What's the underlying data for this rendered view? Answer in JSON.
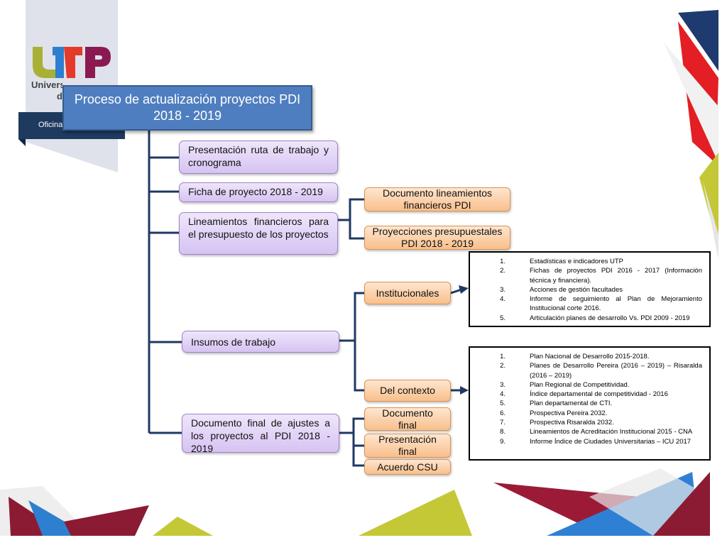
{
  "logo": {
    "acronym": "UTP",
    "text_line1": "Universidad Tecnológica",
    "text_line2": "de Pereira",
    "banner_text": "Oficina"
  },
  "diagram": {
    "title": "Proceso de actualización proyectos PDI 2018 - 2019",
    "steps": [
      {
        "label": "Presentación ruta de trabajo y cronograma"
      },
      {
        "label": "Ficha de proyecto 2018 - 2019"
      },
      {
        "label": "Lineamientos financieros para el presupuesto de los proyectos",
        "children": [
          {
            "label": "Documento lineamientos financieros PDI"
          },
          {
            "label": "Proyecciones presupuestales PDI 2018 - 2019"
          }
        ]
      },
      {
        "label": "Insumos de trabajo",
        "children": [
          {
            "label": "Institucionales"
          },
          {
            "label": "Del contexto"
          }
        ]
      },
      {
        "label": "Documento final de ajustes a los proyectos al PDI 2018 - 2019",
        "children": [
          {
            "label": "Documento final"
          },
          {
            "label": "Presentación final"
          },
          {
            "label": "Acuerdo CSU"
          }
        ]
      }
    ],
    "institucionales_list": [
      {
        "num": "1.",
        "text": "Estadísticas e indicadores UTP"
      },
      {
        "num": "2.",
        "text": "Fichas de proyectos PDI 2016 - 2017 (Información técnica y financiera)."
      },
      {
        "num": "3.",
        "text": "Acciones de gestión facultades"
      },
      {
        "num": "4.",
        "text": "Informe de seguimiento al Plan de Mejoramiento Institucional corte 2016."
      },
      {
        "num": "5.",
        "text": "Articulación planes de desarrollo Vs. PDI 2009 - 2019"
      }
    ],
    "contexto_list": [
      {
        "num": "1.",
        "text": "Plan Nacional de Desarrollo 2015-2018."
      },
      {
        "num": "2.",
        "text": "Planes de Desarrollo Pereira (2016 – 2019) – Risaralda (2016 – 2019)"
      },
      {
        "num": "3.",
        "text": "Plan Regional de Competitividad."
      },
      {
        "num": "4.",
        "text": "Índice departamental de competitividad - 2016"
      },
      {
        "num": "5.",
        "text": "Plan departamental de CTI."
      },
      {
        "num": "6.",
        "text": "Prospectiva Pereira 2032."
      },
      {
        "num": "7.",
        "text": "Prospectiva Risaralda 2032."
      },
      {
        "num": "8.",
        "text": "Lineamientos de Acreditación Institucional 2015 - CNA"
      },
      {
        "num": "9.",
        "text": "Informe Índice de Ciudades Universitarias – ICU 2017"
      }
    ]
  },
  "colors": {
    "title_fill": "#4f7ec0",
    "step_fill": "#d6c3f2",
    "child_fill": "#f8bf8c",
    "connector": "#1f3864"
  }
}
